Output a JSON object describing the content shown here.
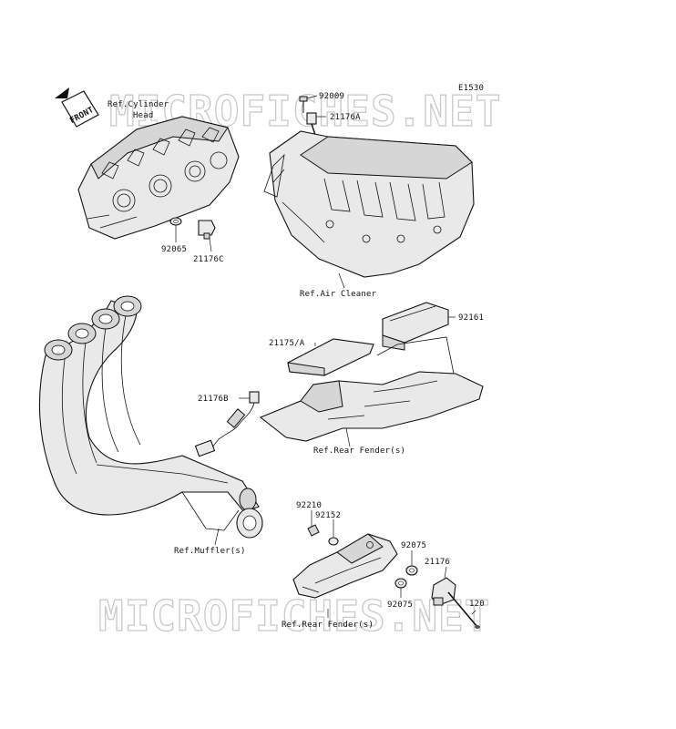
{
  "diagram_code": "E1530",
  "front_label": "FRONT",
  "watermark": "MICROFICHES.NET",
  "labels": {
    "cyl_head_1": "Ref.Cylinder",
    "cyl_head_2": "Head",
    "air_cleaner": "Ref.Air Cleaner",
    "rear_fender_1": "Ref.Rear Fender(s)",
    "rear_fender_2": "Ref.Rear Fender(s)",
    "muffler": "Ref.Muffler(s)"
  },
  "parts": {
    "p92009": "92009",
    "p21176A": "21176A",
    "p92065": "92065",
    "p21176C": "21176C",
    "p92161": "92161",
    "p21175A": "21175/A",
    "p21176B": "21176B",
    "p92210": "92210",
    "p92152": "92152",
    "p92075a": "92075",
    "p21176": "21176",
    "p92075b": "92075",
    "p120": "120"
  }
}
